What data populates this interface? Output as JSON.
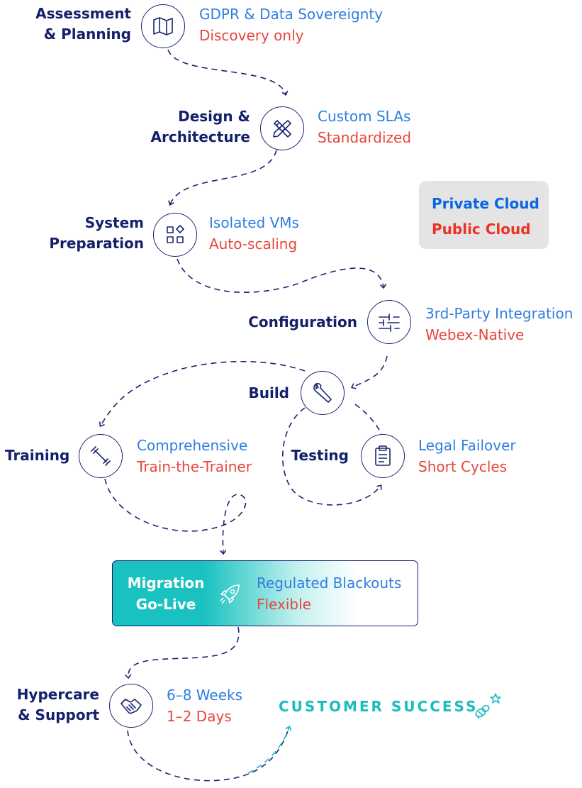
{
  "legend": {
    "private": "Private Cloud",
    "public": "Public Cloud",
    "private_color": "#0b66e4",
    "public_color": "#ee3124"
  },
  "stages": [
    {
      "id": "assessment",
      "title": [
        "Assessment",
        "& Planning"
      ],
      "private": "GDPR & Data Sovereignty",
      "public": "Discovery only",
      "icon": "map-icon"
    },
    {
      "id": "design",
      "title": [
        "Design &",
        "Architecture"
      ],
      "private": "Custom SLAs",
      "public": "Standardized",
      "icon": "ruler-pencil-icon"
    },
    {
      "id": "system-prep",
      "title": [
        "System",
        "Preparation"
      ],
      "private": "Isolated VMs",
      "public": "Auto-scaling",
      "icon": "apps-grid-icon"
    },
    {
      "id": "configuration",
      "title": [
        "Configuration"
      ],
      "private": "3rd-Party Integration",
      "public": "Webex-Native",
      "icon": "sliders-icon"
    },
    {
      "id": "build",
      "title": [
        "Build"
      ],
      "icon": "wrench-icon"
    },
    {
      "id": "training",
      "title": [
        "Training"
      ],
      "private": "Comprehensive",
      "public": "Train-the-Trainer",
      "icon": "dumbbell-icon"
    },
    {
      "id": "testing",
      "title": [
        "Testing"
      ],
      "private": "Legal Failover",
      "public": "Short Cycles",
      "icon": "clipboard-icon"
    },
    {
      "id": "golive",
      "title": [
        "Migration",
        "Go-Live"
      ],
      "private": "Regulated Blackouts",
      "public": "Flexible",
      "icon": "rocket-icon"
    },
    {
      "id": "hypercare",
      "title": [
        "Hypercare",
        "& Support"
      ],
      "private": "6–8 Weeks",
      "public": "1–2 Days",
      "icon": "handshake-icon"
    }
  ],
  "outcome": {
    "label": "CUSTOMER SUCCESS",
    "icon": "confetti-icon"
  },
  "colors": {
    "title": "#14206b",
    "private": "#2f7de1",
    "public": "#e8453c",
    "accent": "#19c2c0",
    "connector": "#1a2470"
  }
}
